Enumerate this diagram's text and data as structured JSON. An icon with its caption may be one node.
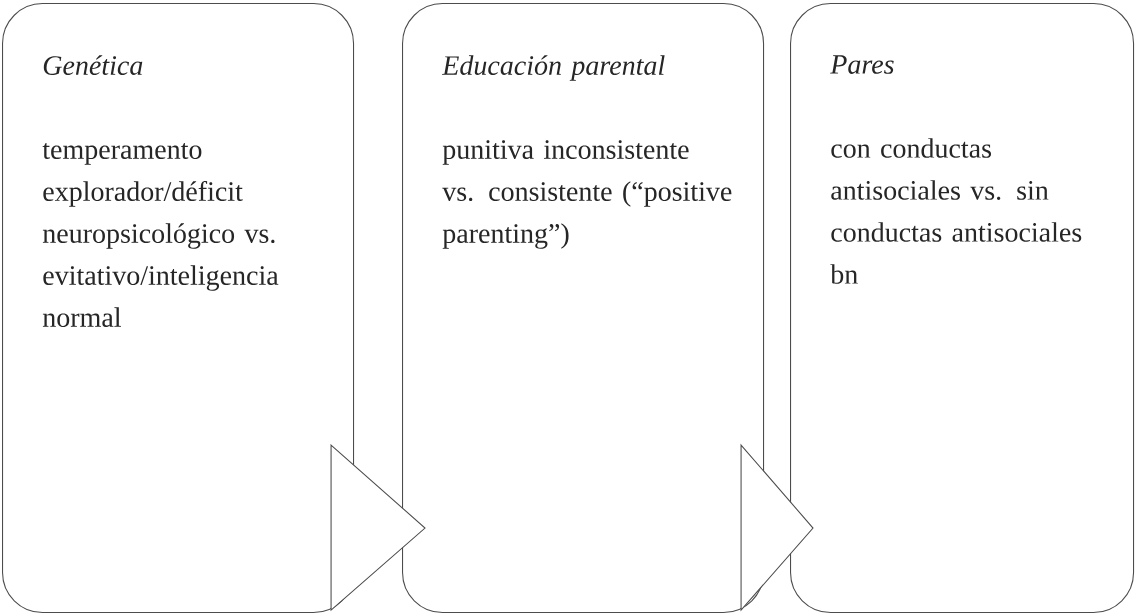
{
  "diagram": {
    "nodes": [
      {
        "text": [
          "Genética",
          "temperamento explorador/déficit neuropsicológico vs. evitativo/inteligencia normal"
        ]
      },
      {
        "text": [
          "Educación parental",
          "punitiva inconsistente vs. consistente (“positive parenting”)"
        ]
      },
      {
        "text": [
          "Pares",
          "con conductas antisociales vs. sin conductas antisociales bn"
        ]
      }
    ],
    "edges": [
      {
        "from": 0,
        "to": 1,
        "arrow": "to"
      },
      {
        "from": 1,
        "to": 2,
        "arrow": "to"
      }
    ]
  }
}
